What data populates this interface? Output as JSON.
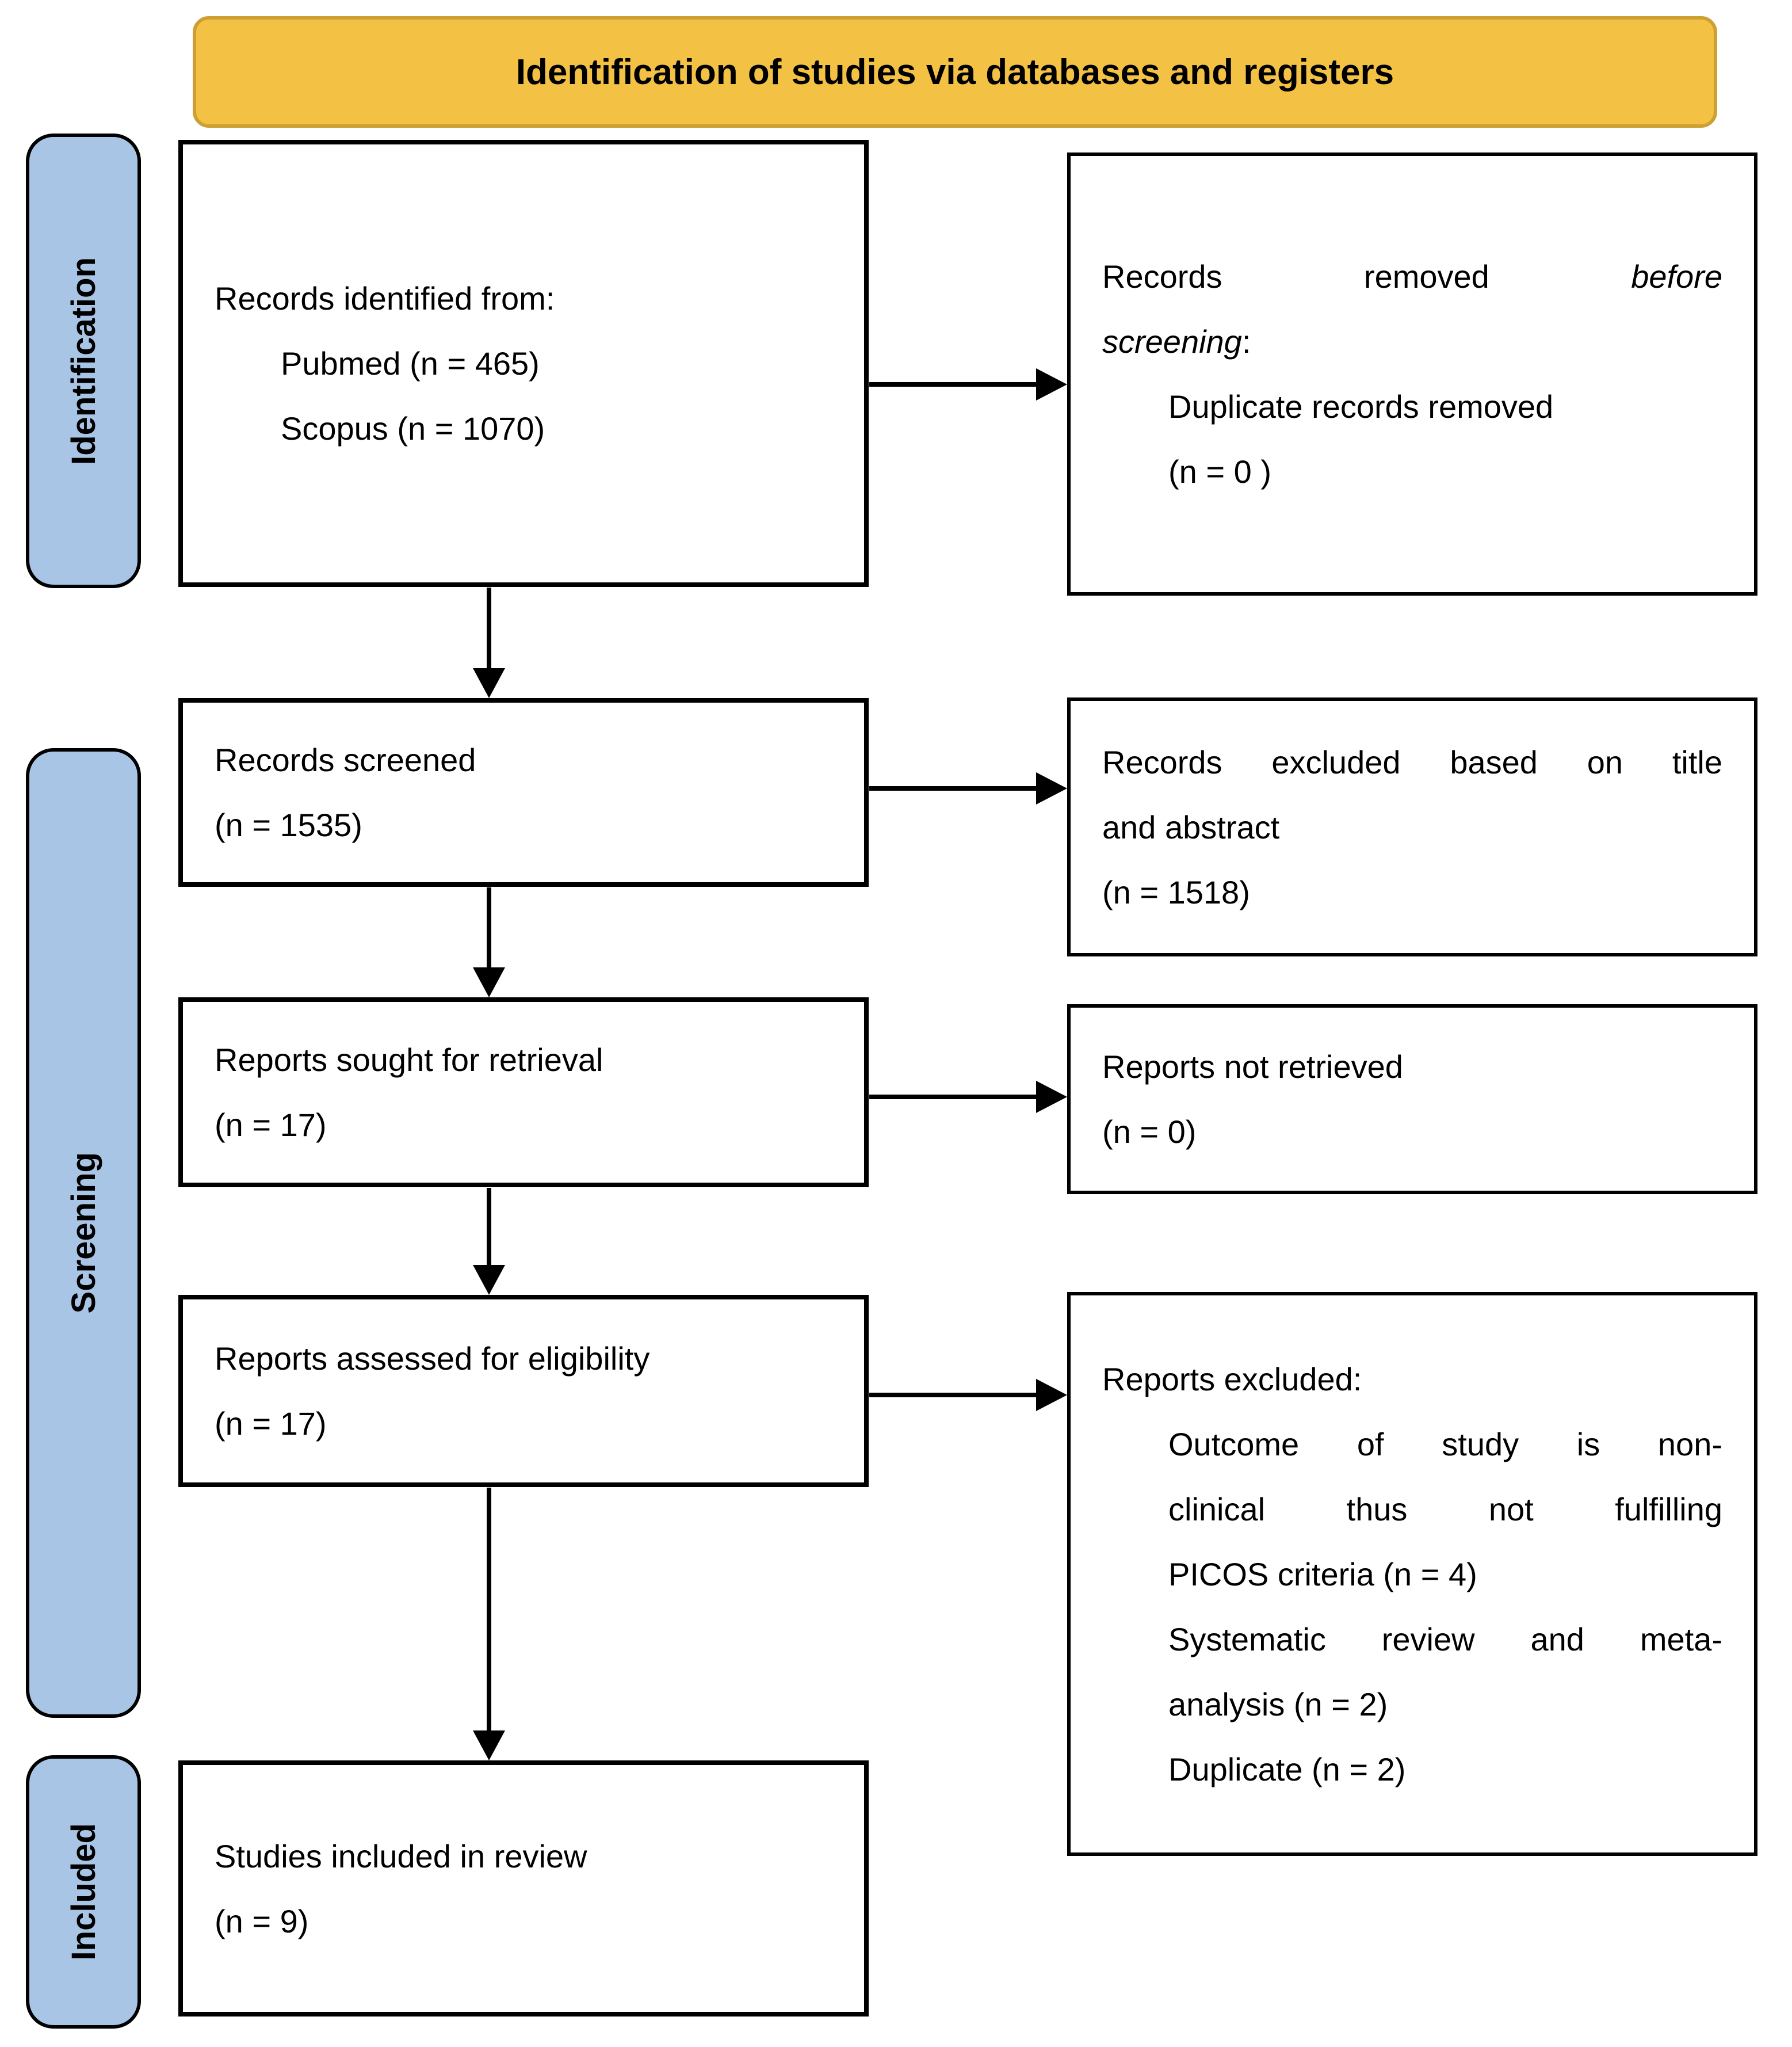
{
  "header": {
    "title": "Identification of studies via databases and registers"
  },
  "sidebar": {
    "identification": "Identification",
    "screening": "Screening",
    "included": "Included"
  },
  "colors": {
    "header_fill": "#F3C144",
    "header_border": "#CE9F33",
    "sidebar_fill": "#A9C5E6",
    "box_border": "#000000",
    "background": "#ffffff"
  },
  "boxes": {
    "records_identified": {
      "l1": "Records identified from:",
      "item1": "Pubmed (n = 465)",
      "item2": "Scopus (n = 1070)"
    },
    "records_removed": {
      "l1_normal": "Records removed",
      "l1_italic": "before",
      "l2_italic": "screening",
      "l2_normal": ":",
      "item1_l1": "Duplicate records removed",
      "item1_l2": "(n = 0 )"
    },
    "records_screened": {
      "l1": "Records screened",
      "l2": "(n = 1535)"
    },
    "records_excluded": {
      "l1": "Records excluded based on title",
      "l2": "and abstract",
      "l3": "(n = 1518)"
    },
    "reports_sought": {
      "l1": "Reports sought for retrieval",
      "l2": "(n = 17)"
    },
    "reports_not_retrieved": {
      "l1": "Reports not retrieved",
      "l2": "(n = 0)"
    },
    "reports_assessed": {
      "l1": "Reports assessed for eligibility",
      "l2": "(n = 17)"
    },
    "reports_excluded": {
      "l1": "Reports excluded:",
      "item1_l1": "Outcome of study is non-",
      "item1_l2": "clinical thus not fulfilling",
      "item1_l3": "PICOS criteria (n = 4)",
      "item2_l1": "Systematic review and meta-",
      "item2_l2": "analysis (n = 2)",
      "item3_l1": "Duplicate (n = 2)"
    },
    "studies_included": {
      "l1": "Studies included in review",
      "l2": "(n = 9)"
    }
  }
}
